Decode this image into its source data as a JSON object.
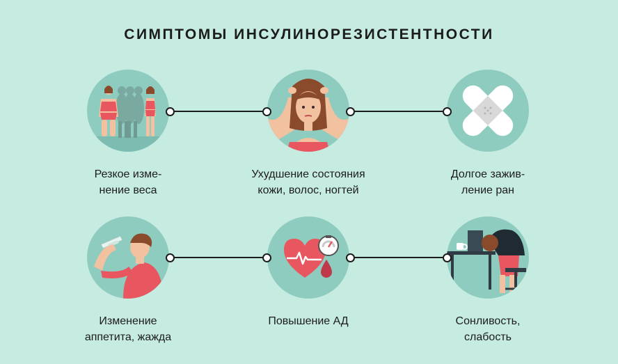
{
  "title": "СИМПТОМЫ ИНСУЛИНОРЕЗИСТЕНТНОСТИ",
  "symptoms": [
    {
      "label": "Резкое изме-\nнение веса",
      "icon": "weight-change-icon"
    },
    {
      "label": "Ухудшение состояния\nкожи, волос, ногтей",
      "icon": "woman-hair-icon"
    },
    {
      "label": "Долгое зажив-\nление ран",
      "icon": "bandage-icon"
    },
    {
      "label": "Изменение\nаппетита, жажда",
      "icon": "man-drinking-icon"
    },
    {
      "label": "Повышение АД",
      "icon": "heart-pressure-icon"
    },
    {
      "label": "Сонливость,\nслабость",
      "icon": "tired-woman-desk-icon"
    }
  ],
  "colors": {
    "background": "#c6ebe1",
    "circle": "#8fccc0",
    "accent": "#e8575f",
    "line": "#1c1c1c"
  }
}
